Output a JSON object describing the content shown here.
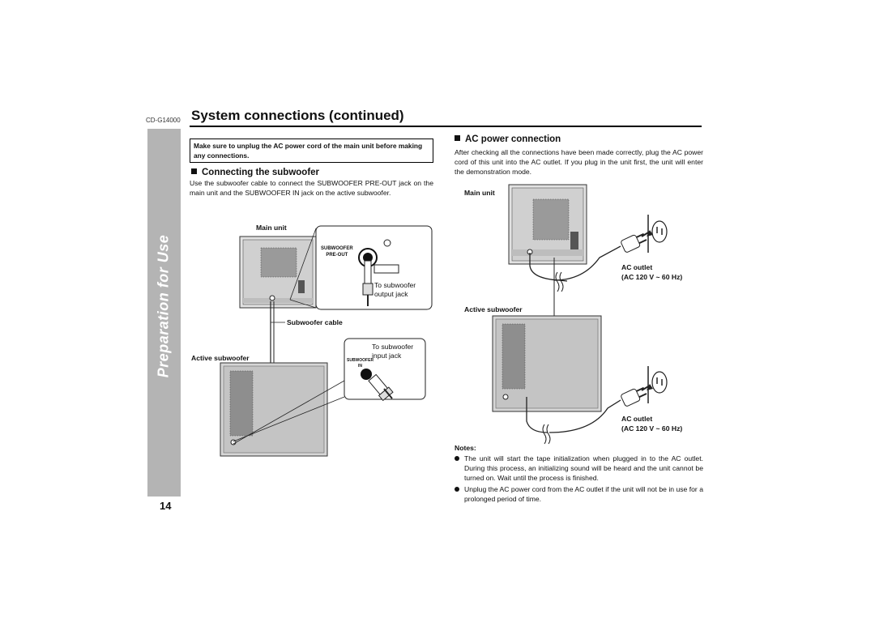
{
  "header": {
    "model": "CD-G14000",
    "title": "System connections (continued)"
  },
  "sidebar": {
    "label": "Preparation for Use"
  },
  "page_number": "14",
  "warning": "Make sure to unplug the AC power cord of the main unit before making any connections.",
  "subwoofer_section": {
    "heading": "Connecting the subwoofer",
    "text": "Use the subwoofer cable to connect the SUBWOOFER PRE-OUT jack on the main unit and the SUBWOOFER IN jack on the active subwoofer.",
    "main_unit_label": "Main unit",
    "jack_label_line1": "SUBWOOFER",
    "jack_label_line2": "PRE-OUT",
    "output_jack_label_line1": "To subwoofer",
    "output_jack_label_line2": "output jack",
    "cable_label": "Subwoofer cable",
    "input_jack_label_line1": "To subwoofer",
    "input_jack_label_line2": "input jack",
    "input_panel_line1": "SUBWOOFER",
    "input_panel_line2": "IN",
    "active_subwoofer_label": "Active subwoofer"
  },
  "ac_section": {
    "heading": "AC power connection",
    "text": "After checking all the connections have been made correctly, plug the AC power cord of this unit into the AC outlet. If you plug in the unit first, the unit will enter the demonstration mode.",
    "main_unit_label": "Main unit",
    "outlet1_label": "AC outlet",
    "outlet1_spec": "(AC 120 V ~ 60 Hz)",
    "active_subwoofer_label": "Active subwoofer",
    "outlet2_label": "AC outlet",
    "outlet2_spec": "(AC 120 V ~ 60 Hz)"
  },
  "notes": {
    "title": "Notes:",
    "items": [
      "The unit will start the tape initialization when plugged in to the AC outlet. During this process, an initializing sound will be heard and the unit cannot be turned on. Wait until the process is finished.",
      "Unplug the AC power cord from the AC outlet if the unit will not be in use for a prolonged period of time."
    ]
  }
}
